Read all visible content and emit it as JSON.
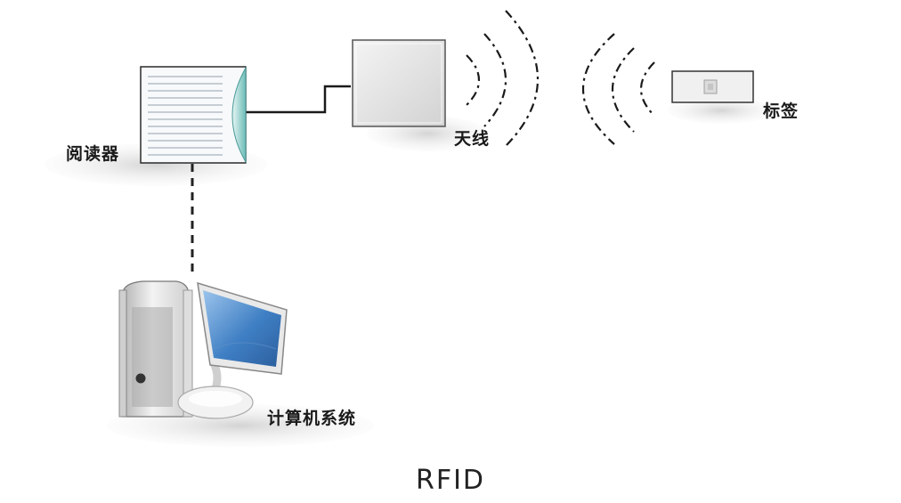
{
  "labels": {
    "reader": "阅读器",
    "antenna": "天线",
    "tag": "标签",
    "computer": "计算机系统"
  },
  "caption": "RFID",
  "colors": {
    "reader_accent": "#7fc7c4",
    "screen": "#3f7fc4",
    "shadow": "#dcdcdc",
    "line": "#1a1a1a"
  },
  "icons": {
    "reader": "rfid-reader-icon",
    "antenna": "antenna-panel-icon",
    "tag": "rfid-tag-icon",
    "computer": "desktop-computer-icon"
  }
}
